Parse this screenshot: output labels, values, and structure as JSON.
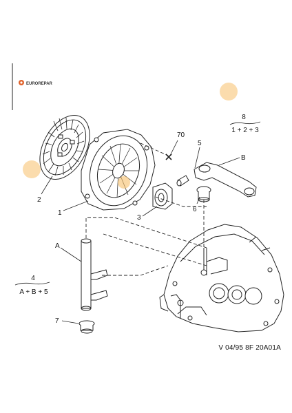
{
  "logo": {
    "text": "EUROREPAR"
  },
  "callouts": {
    "c70": "70",
    "c5": "5",
    "cB": "B",
    "c2": "2",
    "c1": "1",
    "c3": "3",
    "c6": "6",
    "cA": "A",
    "c7": "7"
  },
  "kits": [
    {
      "number": "8",
      "contents": "1 + 2 + 3"
    },
    {
      "number": "4",
      "contents": "A + B + 5"
    }
  ],
  "reference_code": "V 04/95 8F 20A01A",
  "colors": {
    "highlight": "#f7c06a",
    "logo_accent": "#e0622a",
    "line": "#222222"
  }
}
